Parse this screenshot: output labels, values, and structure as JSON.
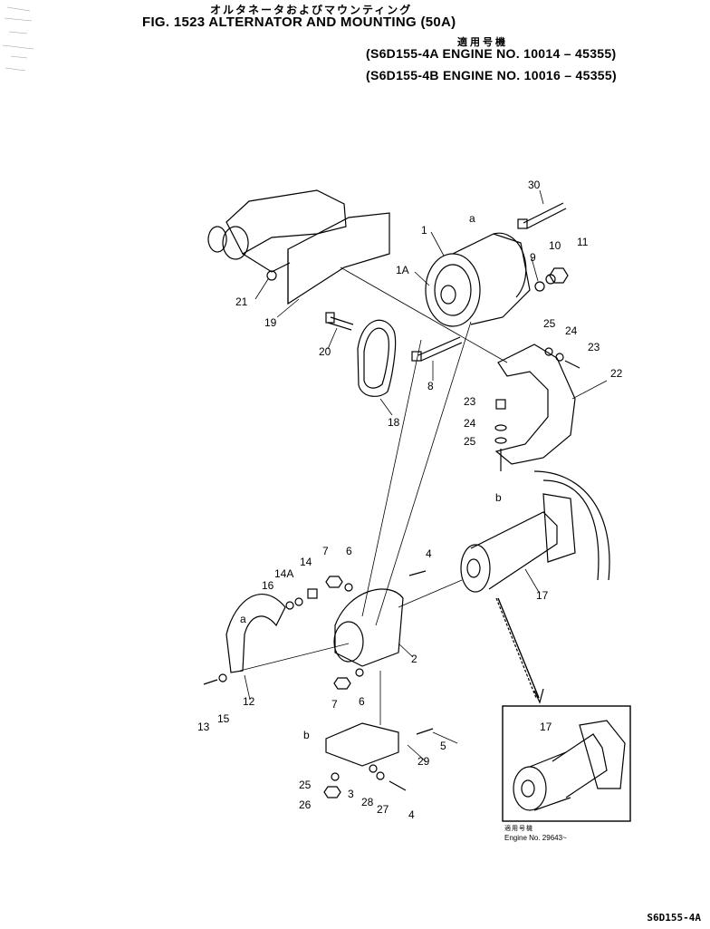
{
  "header": {
    "title_jp": "オルタネータおよびマウンティング",
    "title": "FIG. 1523  ALTERNATOR AND MOUNTING (50A)",
    "applicability_jp": "適用号機",
    "engine_a": "(S6D155-4A  ENGINE NO. 10014 – 45355)",
    "engine_b": "(S6D155-4B  ENGINE NO. 10016 – 45355)"
  },
  "callouts": [
    "30",
    "1",
    "a",
    "1A",
    "9",
    "10",
    "11",
    "21",
    "19",
    "20",
    "8",
    "18",
    "25",
    "24",
    "23",
    "22",
    "23",
    "24",
    "25",
    "b",
    "7",
    "6",
    "4",
    "14A",
    "14",
    "16",
    "a",
    "17",
    "2",
    "12",
    "13",
    "15",
    "7",
    "6",
    "b",
    "5",
    "29",
    "25",
    "26",
    "3",
    "28",
    "27",
    "4"
  ],
  "detail": {
    "label": "17",
    "note_jp": "適用号機",
    "note": "Engine No. 29643~"
  },
  "sheet_code": "S6D155-4A"
}
